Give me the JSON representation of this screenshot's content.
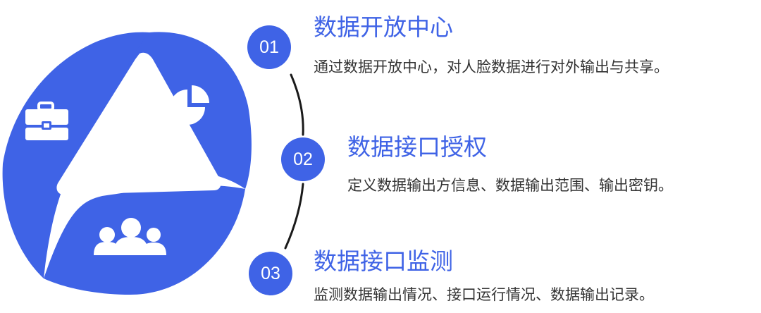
{
  "colors": {
    "accent": "#3f63e6",
    "text": "#333333",
    "white": "#ffffff",
    "connector": "#1a1a1a"
  },
  "icons": [
    "briefcase-icon",
    "pie-chart-icon",
    "users-icon"
  ],
  "steps": [
    {
      "number": "01",
      "title": "数据开放中心",
      "description": "通过数据开放中心，对人脸数据进行对外输出与共享。"
    },
    {
      "number": "02",
      "title": "数据接口授权",
      "description": "定义数据输出方信息、数据输出范围、输出密钥。"
    },
    {
      "number": "03",
      "title": "数据接口监测",
      "description": "监测数据输出情况、接口运行情况、数据输出记录。"
    }
  ]
}
